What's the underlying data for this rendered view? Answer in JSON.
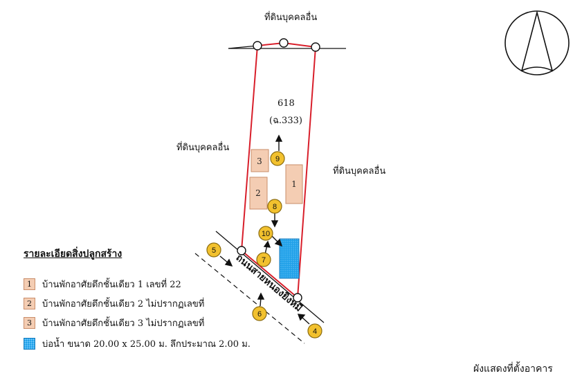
{
  "plot": {
    "number": "618",
    "sub_number": "(ฉ.333)"
  },
  "neighbors": {
    "top": "ที่ดินบุคคลอื่น",
    "left": "ที่ดินบุคคลอื่น",
    "right": "ที่ดินบุคคลอื่น"
  },
  "road_label": "ถนนสายหนองยิงหมี",
  "buildings": [
    {
      "id": "1",
      "label": "1"
    },
    {
      "id": "2",
      "label": "2"
    },
    {
      "id": "3",
      "label": "3"
    }
  ],
  "photo_points": [
    "4",
    "5",
    "6",
    "7",
    "8",
    "9",
    "10"
  ],
  "legend": {
    "title": "รายละเอียดสิ่งปลูกสร้าง",
    "items": [
      {
        "key": "1",
        "text": "บ้านพักอาศัยตึกชั้นเดียว 1 เลขที่ 22"
      },
      {
        "key": "2",
        "text": "บ้านพักอาศัยตึกชั้นเดียว 2 ไม่ปรากฏเลขที่"
      },
      {
        "key": "3",
        "text": "บ้านพักอาศัยตึกชั้นเดียว 3 ไม่ปรากฏเลขที่"
      },
      {
        "key": "",
        "text": "บ่อน้ำ ขนาด 20.00 x 25.00 ม. ลึกประมาณ 2.00 ม."
      }
    ]
  },
  "caption": "ผังแสดงที่ตั้งอาคาร",
  "colors": {
    "boundary": "#d81e2a",
    "building": "#f4cdb3",
    "pond": "#1fa0e8",
    "marker": "#f2c12e"
  },
  "compass_icon": "north-arrow-icon"
}
